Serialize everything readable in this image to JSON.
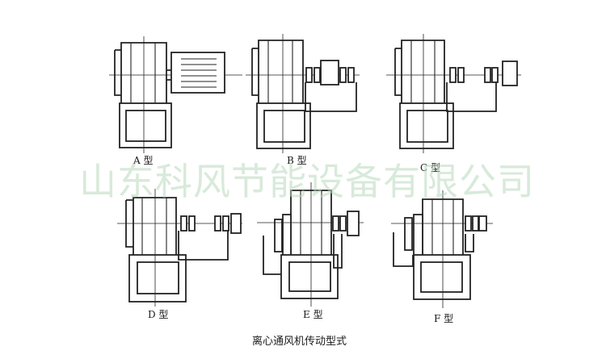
{
  "figure": {
    "diagram_labels": [
      "A 型",
      "B 型",
      "C 型",
      "D 型",
      "E 型",
      "F 型"
    ],
    "caption": "离心通风机传动型式",
    "watermark": "山东科风节能设备有限公司",
    "colors": {
      "line": "#222222",
      "watermark": "#b9d9bd",
      "background": "#ffffff"
    }
  }
}
